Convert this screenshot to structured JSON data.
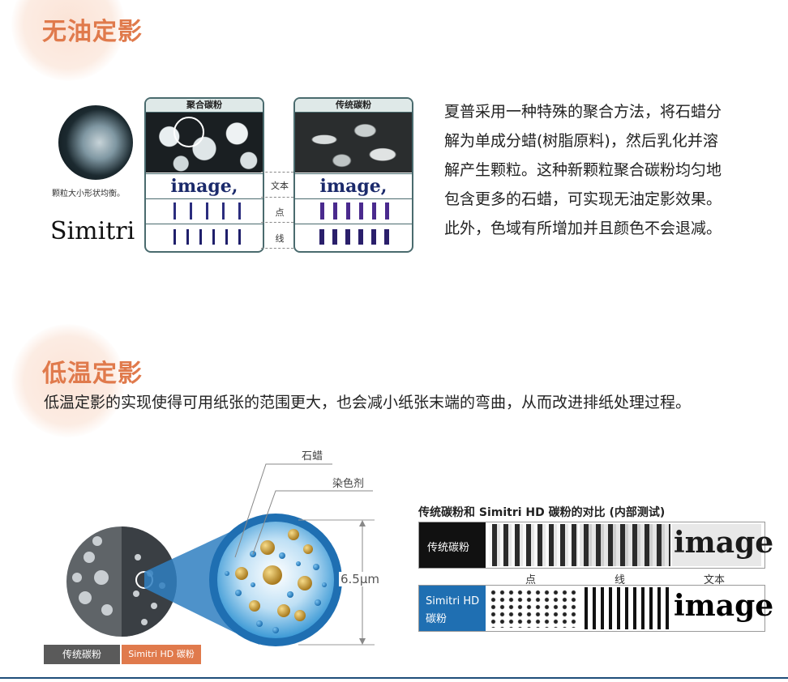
{
  "section1": {
    "title": "无油定影",
    "description_lines": [
      "夏普采用一种特殊的聚合方法，将石蜡分",
      "解为单成分蜡(树脂原料)，然后乳化并溶",
      "解产生颗粒。这种新颗粒聚合碳粉均匀地",
      "包含更多的石蜡，可实现无油定影效果。",
      "此外，色域有所增加并且颜色不会退减。"
    ],
    "figure": {
      "particle_caption": "颗粒大小形状均衡。",
      "brand": "Simitri",
      "left_panel_title": "聚合碳粉",
      "right_panel_title": "传统碳粉",
      "sample_word": "image,",
      "row_labels": [
        "文本",
        "点",
        "线"
      ]
    }
  },
  "section2": {
    "title": "低温定影",
    "description": "低温定影的实现使得可用纸张的范围更大，也会减小纸张末端的弯曲，从而改进排纸处理过程。",
    "diagram": {
      "label_wax": "石蜡",
      "label_colorant": "染色剂",
      "size_label": "6.5μm",
      "tag_conventional": "传统碳粉",
      "tag_simitri": "Simitri HD 碳粉"
    },
    "comparison": {
      "title": "传统碳粉和 Simitri HD 碳粉的对比 (内部测试)",
      "row1_label": "传统碳粉",
      "row2_label_line1": "Simitri HD",
      "row2_label_line2": "碳粉",
      "sample_word": "image",
      "col_labels": [
        "点",
        "线",
        "文本"
      ]
    }
  },
  "colors": {
    "accent": "#e07a4c",
    "panel_border": "#4a6b6e",
    "simitri_blue": "#1f6fb2",
    "tag_gray": "#5a5a5a",
    "tag_orange": "#e07a4c"
  }
}
